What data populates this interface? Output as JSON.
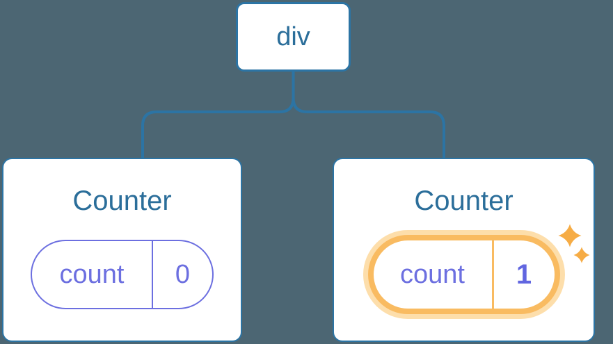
{
  "diagram": {
    "description": "React component tree: a div root with two Counter children; second Counter's state is highlighted",
    "background_color": "#4C6673",
    "accent_blue": "#2C74A4",
    "text_blue": "#2B6E9A",
    "accent_purple": "#6C6FE0",
    "accent_orange": "#F9BB61",
    "orange_glow_color": "#FDDEAB",
    "sparkle_color": "#F6AC45",
    "root": {
      "label": "div"
    },
    "children": [
      {
        "title": "Counter",
        "state": {
          "key": "count",
          "value": "0"
        },
        "highlighted": false
      },
      {
        "title": "Counter",
        "state": {
          "key": "count",
          "value": "1"
        },
        "highlighted": true
      }
    ]
  }
}
